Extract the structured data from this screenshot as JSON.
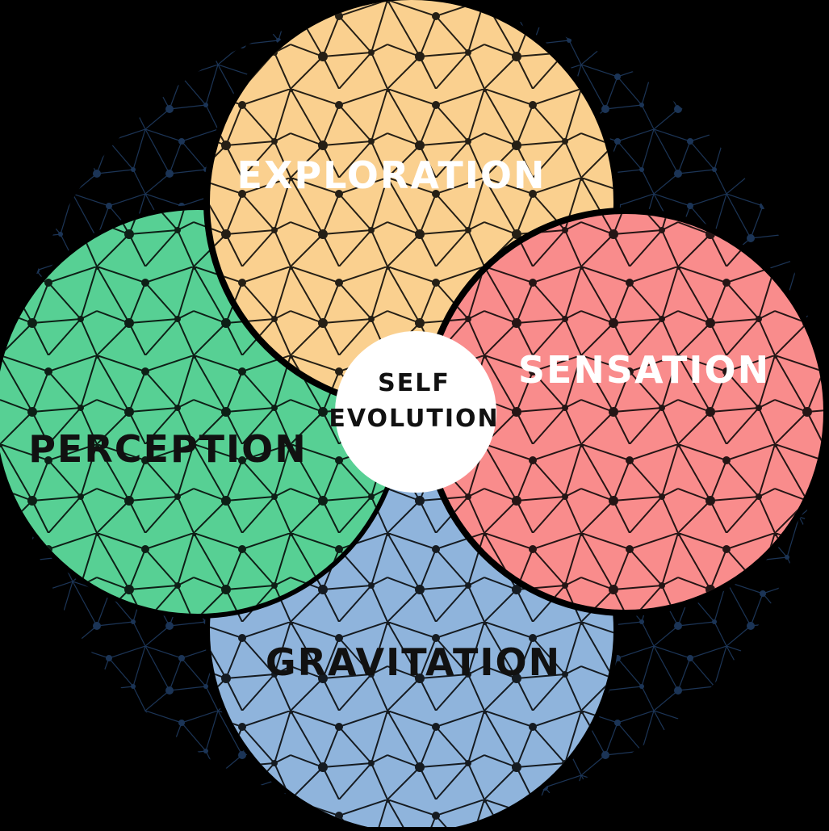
{
  "diagram": {
    "center": {
      "line1": "SELF",
      "line2": "EVOLUTION",
      "fill": "#FFFFFF",
      "text_color": "#111111"
    },
    "petals": [
      {
        "id": "exploration",
        "label": "EXPLORATION",
        "fill": "#FAD08F",
        "mesh": "#B8935A",
        "text_color": "#FFFFFF"
      },
      {
        "id": "sensation",
        "label": "SENSATION",
        "fill": "#F98C8C",
        "mesh": "#B85560",
        "text_color": "#FFFFFF"
      },
      {
        "id": "gravitation",
        "label": "GRAVITATION",
        "fill": "#8FB4DC",
        "mesh": "#5A82AE",
        "text_color": "#111111"
      },
      {
        "id": "perception",
        "label": "PERCEPTION",
        "fill": "#57D094",
        "mesh": "#2E9A66",
        "text_color": "#111111"
      }
    ],
    "background": "#000000",
    "network_color": "#1E3A5F"
  }
}
